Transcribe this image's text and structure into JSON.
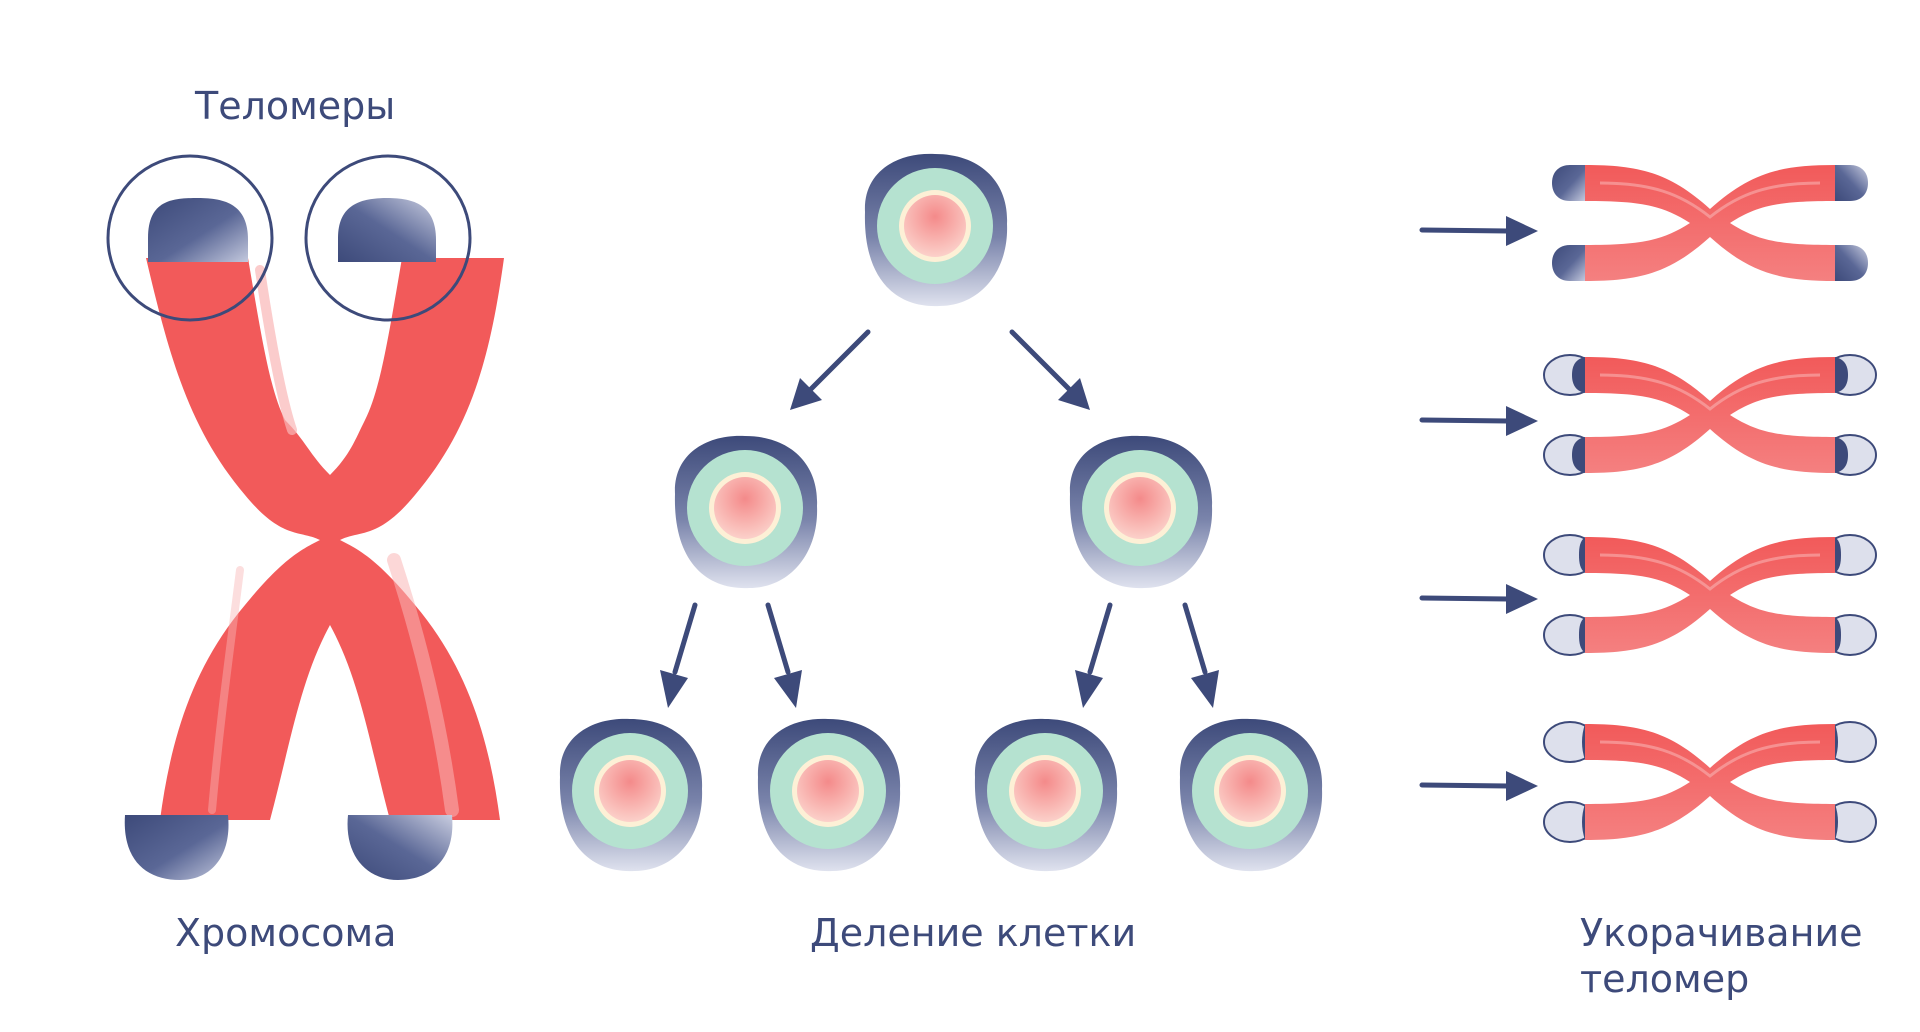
{
  "labels": {
    "telomeres": "Теломеры",
    "chromosome": "Хромосома",
    "cell_division": "Деление клетки",
    "shortening_line1": "Укорачивание",
    "shortening_line2": "теломер"
  },
  "colors": {
    "chromosome_red": "#f25a5a",
    "telomere_navy": "#3d4a7a",
    "arrow_navy": "#3d4a7a",
    "cytoplasm_mint": "#b5e2d0",
    "nucleus_pink": "#f9a9a9",
    "nucleus_ring": "#fdf0d6",
    "text": "#3d4a7a"
  },
  "icons": {
    "chromosome": "chromosome-icon",
    "cell": "cell-icon",
    "arrow": "arrow-icon"
  }
}
